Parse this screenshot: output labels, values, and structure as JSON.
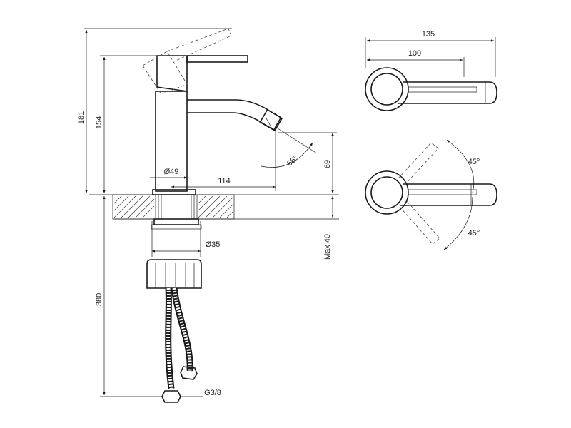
{
  "dimensions": {
    "total_height": "181",
    "spout_height": "154",
    "flexible_hose_length": "380",
    "body_diameter": "Ø49",
    "spout_reach": "114",
    "clearance_height": "69",
    "spout_tilt_angle": "66°",
    "fixing_diameter": "Ø35",
    "max_deck_thickness": "Max 40",
    "connection_thread": "G3/8",
    "top_total_width": "135",
    "top_lever_width": "100",
    "lever_angle_left": "45°",
    "lever_angle_right": "45°"
  }
}
